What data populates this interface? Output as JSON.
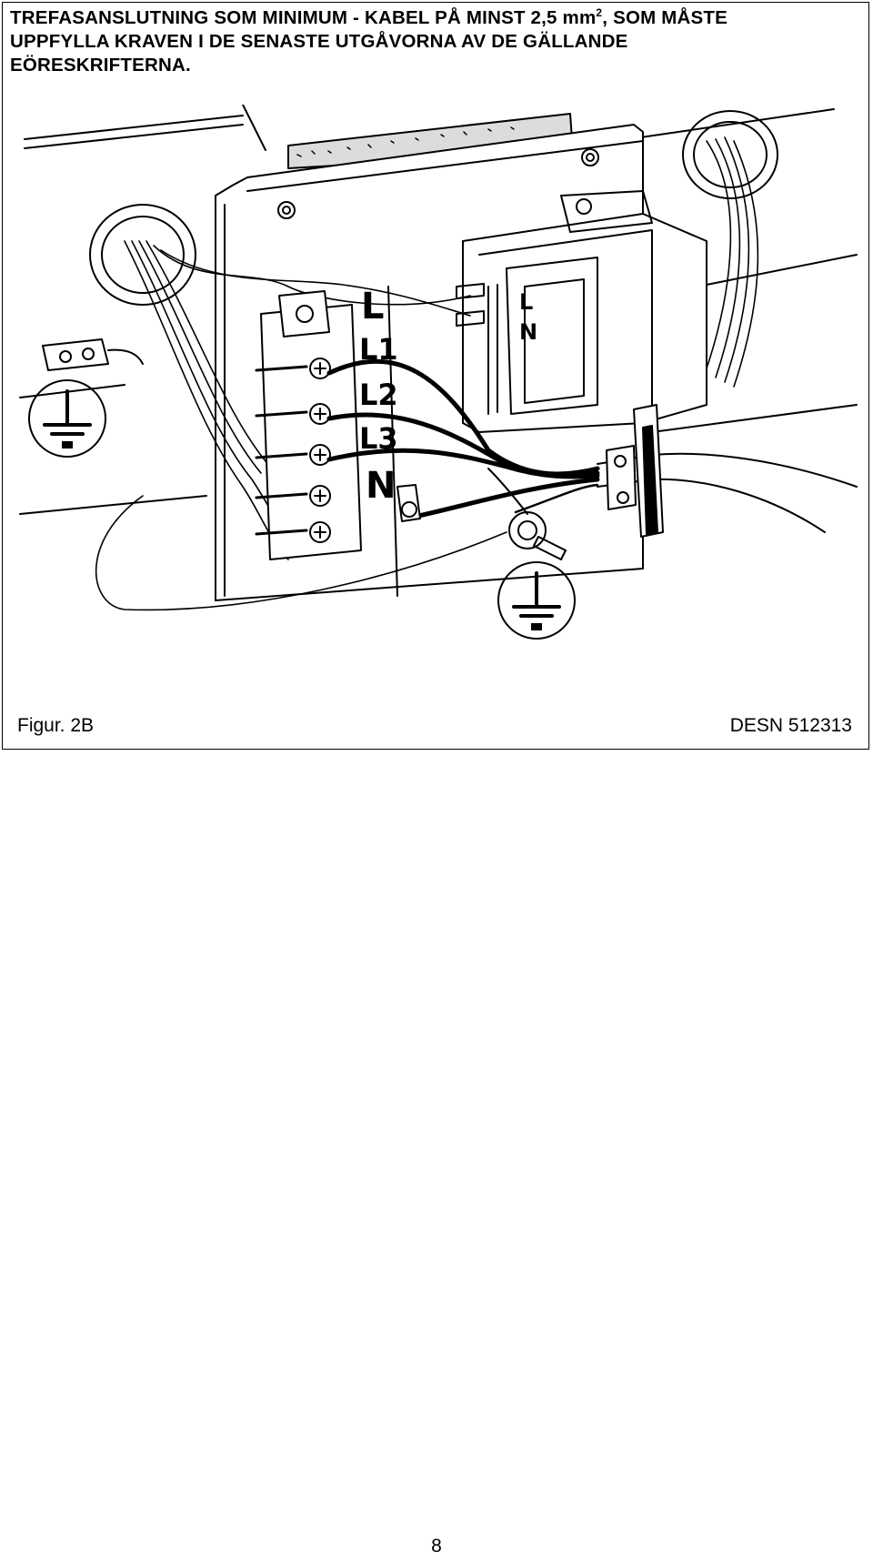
{
  "heading": {
    "line1_before_sup": "TREFASANSLUTNING SOM MINIMUM - KABEL PÅ MINST 2,5 mm",
    "sup": "2",
    "line1_after_sup": ", SOM MÅSTE",
    "line2": "UPPFYLLA KRAVEN I DE SENASTE UTGÅVORNA AV DE GÄLLANDE",
    "line3": "EÖRESKRIFTERNA."
  },
  "figure": {
    "terminal_labels": [
      "L",
      "L1",
      "L2",
      "L3",
      "N"
    ],
    "module_labels": [
      "L",
      "N"
    ],
    "caption": "Figur. 2B",
    "code": "DESN 512313"
  },
  "page_number": "8"
}
